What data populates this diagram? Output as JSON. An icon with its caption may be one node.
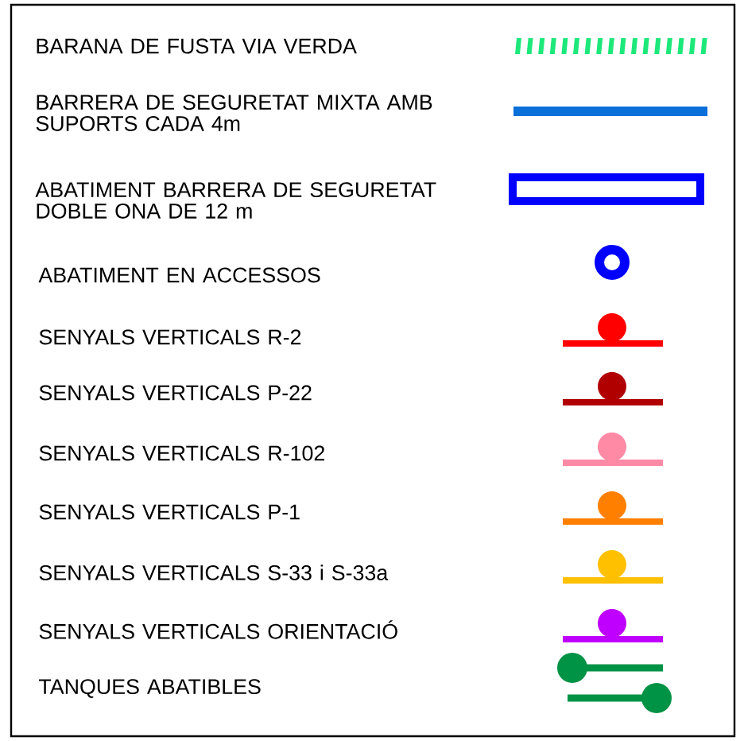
{
  "diagram": {
    "legend": [
      {
        "text": "BARANA DE FUSTA VIA VERDA"
      },
      {
        "text": "BARRERA DE SEGURETAT MIXTA AMB SUPORTS CADA 4m"
      },
      {
        "text": "ABATIMENT BARRERA DE SEGURETAT DOBLE ONA DE 12 m"
      },
      {
        "text": "ABATIMENT EN ACCESSOS"
      },
      {
        "text": "SENYALS VERTICALS R-2"
      },
      {
        "text": "SENYALS VERTICALS P-22"
      },
      {
        "text": "SENYALS VERTICALS R-102"
      },
      {
        "text": "SENYALS VERTICALS P-1"
      },
      {
        "text": "SENYALS VERTICALS S-33 i S-33a"
      },
      {
        "text": "SENYALS VERTICALS ORIENTACIÓ"
      },
      {
        "text": "TANQUES ABATIBLES"
      }
    ]
  }
}
